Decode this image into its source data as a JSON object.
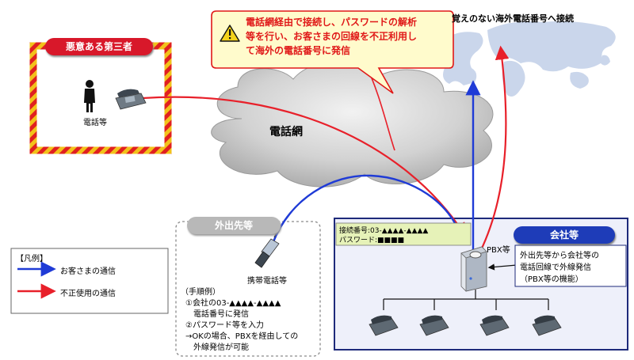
{
  "colors": {
    "legit_line": "#1f3bd6",
    "fraud_line": "#e8202a",
    "attacker_header": "#d8182a",
    "company_header": "#1e3cb8",
    "callout_fill": "#fffbcc",
    "callout_border": "#e01818",
    "outing_header": "#b8b8b8",
    "company_box_fill": "#eef0fa",
    "company_box_border": "#1e2a7a"
  },
  "icons": [
    "person-icon",
    "desk-phone-icon",
    "mobile-phone-icon",
    "pbx-server-icon",
    "warning-icon",
    "world-map-icon",
    "cloud-icon"
  ],
  "attacker": {
    "title": "悪意ある第三者",
    "phone_label": "電話等"
  },
  "network": {
    "label": "電話網"
  },
  "callout": {
    "lines": [
      "電話網経由で接続し、パスワードの解析",
      "等を行い、お客さまの回線を不正利用し",
      "て海外の電話番号に発信"
    ]
  },
  "overseas": {
    "label": "覚えのない海外電話番号へ接続"
  },
  "outing": {
    "title": "外出先等",
    "phone_label": "携帯電話等",
    "steps": [
      "（手順例）",
      "①会社の03-▲▲▲▲-▲▲▲▲",
      "　電話番号に発信",
      "②パスワード等を入力",
      "→OKの場合、PBXを経由しての",
      "　外線発信が可能"
    ]
  },
  "company": {
    "title": "会社等",
    "number_line": "接続番号:03-▲▲▲▲-▲▲▲▲",
    "password_line": "パスワード:■■■■",
    "pbx_label": "PBX等",
    "note": [
      "外出先等から会社等の",
      "電話回線で外線発信",
      "（PBX等の機能）"
    ]
  },
  "legend": {
    "title": "【凡例】",
    "items": [
      {
        "label": "お客さまの通信",
        "color": "#1f3bd6"
      },
      {
        "label": "不正使用の通信",
        "color": "#e8202a"
      }
    ]
  }
}
